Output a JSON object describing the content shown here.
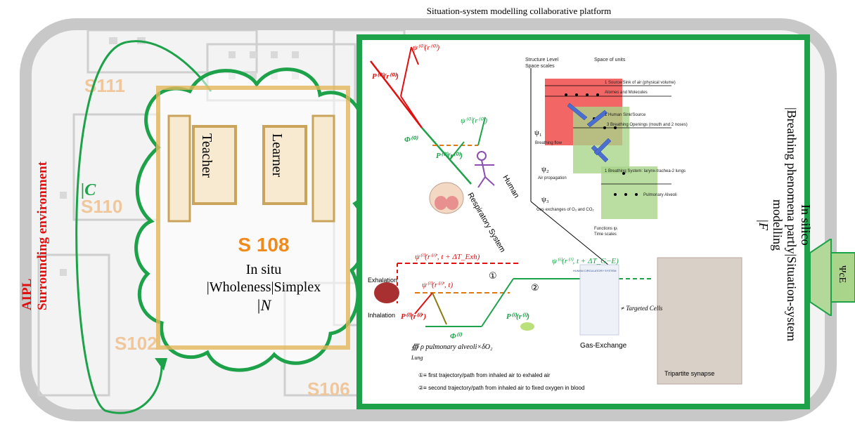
{
  "platform_title": "Situation-system modelling collaborative platform",
  "environment": {
    "line1": "AIPL",
    "line2": "Surrounding environment"
  },
  "c_label": "|C",
  "room_labels": [
    "S111",
    "S110",
    "S102",
    "S106"
  ],
  "classroom": {
    "room": "S 108",
    "line1": "In situ",
    "line2": "|Wholeness|Simplex",
    "line3": "|N",
    "teacher": "Teacher",
    "learner": "Learner"
  },
  "modelling": {
    "line1": "In silico",
    "line2": "|Breathing phenomena partly|Situation-system",
    "line3": "modelling",
    "line4": "|F"
  },
  "side_tab": "ΨcE",
  "scales": {
    "structure_level": "Structure Level",
    "space_scales": "Space scales",
    "space_of_units": "Space of units",
    "functions": "Functions ψᵢ",
    "time_scales": "Time scales",
    "psi1": "ψ₁",
    "psi1_label": "Breathing flow",
    "psi2": "ψ₂",
    "psi2_label": "Air propagation",
    "psi3": "ψ₃",
    "psi3_label": "Gas exchanges of O₂ and CO₂",
    "units": [
      "1 Source/Sink of air (physical volume)",
      "Atomes and Molecules",
      "1 Human Sink/Source",
      "3 Breathing Openings (mouth and 2 noses)",
      "1 Breathing System: larynx-trachea-2 lungs",
      "Pulmonary Alveoli"
    ]
  },
  "top_left": {
    "human": "Human",
    "respiratory": "Respiratory System",
    "p_label": "P⁽⁰⁾(r⁽⁰⁾)",
    "psi_top": "ψ⁽⁰⁾(r⁽⁰⁾)",
    "psi_right": "ψ⁽⁰⁾(r⁽⁰⁾)",
    "phi_label": "Φ⁽⁰⁾",
    "p_green": "P⁽⁰⁾(r⁽⁰⁾)"
  },
  "flow": {
    "psi_exh": "ψ⁽ⁱ⁾(r⁽ⁱ⁾′, t + ΔT_Exh)",
    "psi_t": "ψ⁽ⁱ⁾(r⁽ⁱ⁾′, t)",
    "psi_ge": "ψ⁽ⁱ⁾(r⁽ⁱ⁾, t + ΔT_G−E)",
    "exhalation": "Exhalation",
    "inhalation": "Inhalation",
    "p_in": "P⁽ⁱ⁾(r⁽ⁱ⁾′)",
    "p_out": "P⁽ⁱ⁾(r⁽ⁱ⁾)",
    "phi": "Φ⁽ⁱ⁾",
    "circ": "HUMAN CIRCULATORY SYSTEM",
    "gas_exchange": "Gas-Exchange",
    "targeted": "≠ Targeted Cells",
    "synapse": "Tripartite synapse",
    "integral": "∰ ρ pulmonary alveoli×δO₂",
    "lung": "Lung",
    "c1": "①",
    "c2": "②",
    "legend1": "①≡ first trajectory/path from inhaled air to exhaled air",
    "legend2": "②≡ second trajectory/path from inhaled air to fixed oxygen in blood"
  }
}
